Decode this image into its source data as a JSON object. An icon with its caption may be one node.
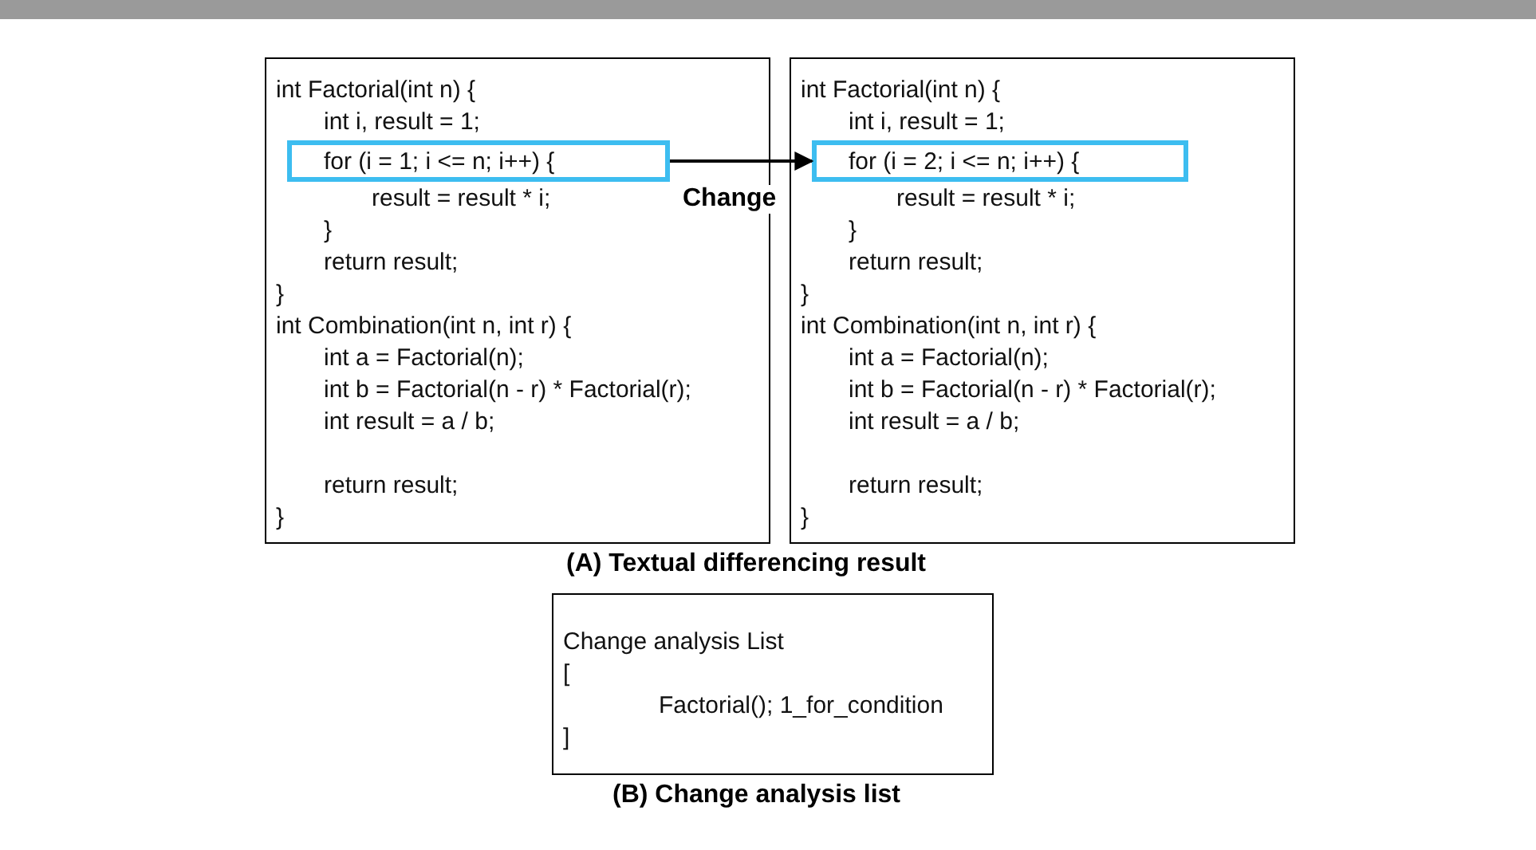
{
  "diagram": {
    "nodes": [
      {
        "text": [
          "int Factorial(int n) {",
          "int i, result = 1;",
          "result = result * i;",
          "}",
          "return result;",
          "}",
          "int Combination(int n, int r) {",
          "int a = Factorial(n);",
          "int b = Factorial(n - r) * Factorial(r);",
          "int result = a / b;",
          "return result;",
          "}"
        ]
      },
      {
        "text": [
          "for (i = 1; i <= n; i++) {"
        ],
        "in": 0
      },
      {
        "text": [
          "int Factorial(int n) {",
          "int i, result = 1;",
          "result = result * i;",
          "}",
          "return result;",
          "}",
          "int Combination(int n, int r) {",
          "int a = Factorial(n);",
          "int b = Factorial(n - r) * Factorial(r);",
          "int result = a / b;",
          "return result;",
          "}"
        ]
      },
      {
        "text": [
          "for (i = 2; i <= n; i++) {"
        ],
        "in": 2
      },
      {
        "text": [
          "Change analysis List",
          "[",
          "Factorial(); 1_for_condition",
          "]"
        ]
      }
    ],
    "edges": [
      {
        "from": 1,
        "to": 3,
        "arrow": "to",
        "label": "Change"
      }
    ],
    "labels": [
      "(A) Textual differencing result",
      "(B) Change analysis list"
    ]
  }
}
